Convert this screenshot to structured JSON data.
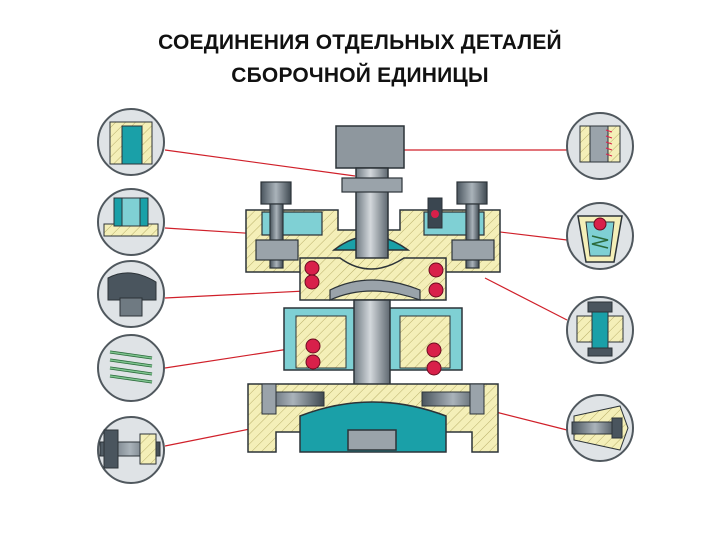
{
  "title": {
    "line1": "СОЕДИНЕНИЯ ОТДЕЛЬНЫХ ДЕТАЛЕЙ",
    "line2": "СБОРОЧНОЙ ЕДИНИЦЫ"
  },
  "callouts_left": [
    {
      "id": "pin",
      "icon": "cylindrical-pin-icon"
    },
    {
      "id": "bushing",
      "icon": "flanged-bushing-icon"
    },
    {
      "id": "rivet",
      "icon": "rivet-icon"
    },
    {
      "id": "spring",
      "icon": "coil-spring-icon"
    },
    {
      "id": "bolt",
      "icon": "bolt-nut-icon"
    }
  ],
  "callouts_right": [
    {
      "id": "thread",
      "icon": "threaded-joint-icon"
    },
    {
      "id": "oiler",
      "icon": "oiler-ball-valve-icon"
    },
    {
      "id": "stud",
      "icon": "stud-joint-icon"
    },
    {
      "id": "screw",
      "icon": "screw-joint-icon"
    }
  ],
  "colors": {
    "steel_teal": "#1aa0a8",
    "teal_light": "#7fd0d4",
    "dark_steel": "#3a4650",
    "gray_part": "#9aa3aa",
    "gray_light": "#c9ced2",
    "cream_hatch": "#f4efb8",
    "spring_red": "#d8204a",
    "leader_red": "#d0202a",
    "circle_fill": "#dfe3e6",
    "circle_stroke": "#50585e"
  }
}
